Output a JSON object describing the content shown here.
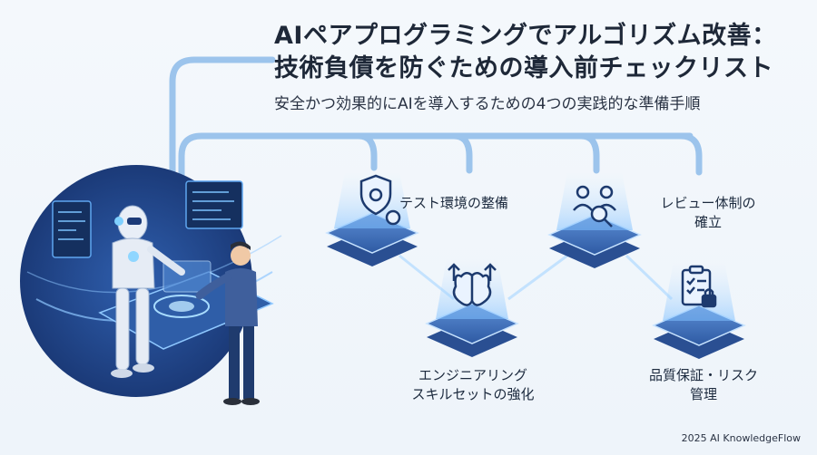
{
  "title_line1": "AIペアプログラミングでアルゴリズム改善：",
  "title_line2": "技術負債を防ぐための導入前チェックリスト",
  "subtitle": "安全かつ効果的にAIを導入するための4つの実践的な準備手順",
  "steps": [
    {
      "label_lines": [
        "テスト環境の整備"
      ],
      "icon": "shield-gear-icon"
    },
    {
      "label_lines": [
        "エンジニアリング",
        "スキルセットの強化"
      ],
      "icon": "brain-arrows-icon"
    },
    {
      "label_lines": [
        "レビュー体制の",
        "確立"
      ],
      "icon": "people-magnifier-icon"
    },
    {
      "label_lines": [
        "品質保証・リスク",
        "管理"
      ],
      "icon": "clipboard-lock-icon"
    }
  ],
  "footer": "2025 AI KnowledgeFlow",
  "colors": {
    "accent": "#4a90d9",
    "platform": "#3d6fb6",
    "dark": "#1e2838"
  }
}
